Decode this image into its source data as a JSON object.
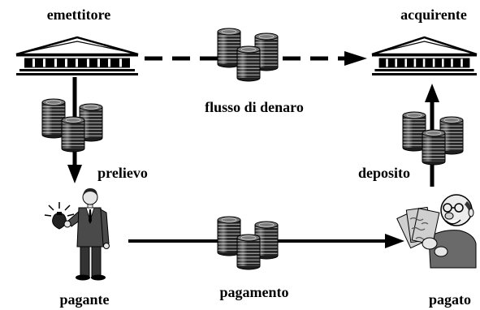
{
  "diagram": {
    "issuer_bank": {
      "label": "emettitore"
    },
    "acquirer_bank": {
      "label": "acquirente"
    },
    "payer": {
      "label": "pagante"
    },
    "payee": {
      "label": "pagato"
    },
    "flows": {
      "money_flow": {
        "label": "flusso di denaro"
      },
      "withdrawal": {
        "label": "prelievo"
      },
      "deposit": {
        "label": "deposito"
      },
      "payment": {
        "label": "pagamento"
      }
    }
  },
  "icons": {
    "bank": "bank-icon",
    "money": "coins-icon",
    "payer": "payer-person-icon",
    "payee": "payee-person-icon"
  },
  "colors": {
    "ink": "#000000",
    "background": "#ffffff",
    "coin": "#262626"
  }
}
